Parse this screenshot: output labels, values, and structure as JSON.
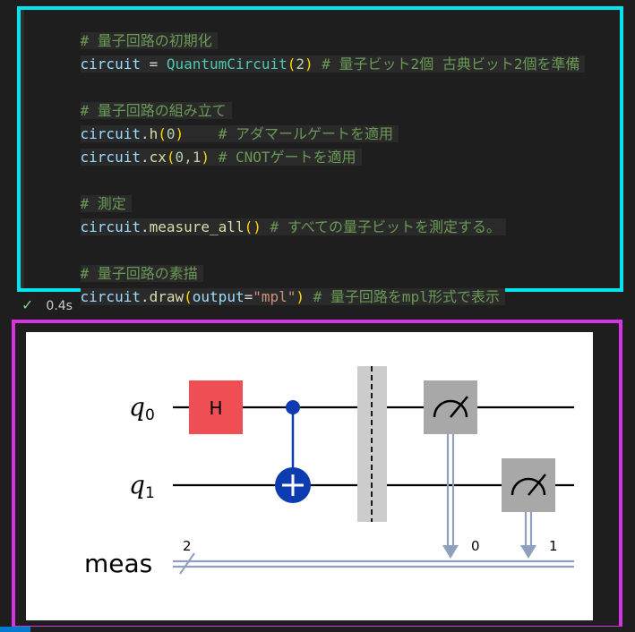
{
  "code_cell": {
    "lines": [
      {
        "comment": "# 量子回路の初期化"
      },
      {
        "var": "circuit",
        "op": " = ",
        "cls": "QuantumCircuit",
        "open": "(",
        "num": "2",
        "close": ")",
        "comment": " # 量子ビット2個 古典ビット2個を準備"
      },
      {},
      {
        "comment": "# 量子回路の組み立て"
      },
      {
        "var": "circuit",
        "dot": ".",
        "fn": "h",
        "open": "(",
        "num": "0",
        "close": ")",
        "comment": "    # アダマールゲートを適用"
      },
      {
        "var": "circuit",
        "dot": ".",
        "fn": "cx",
        "open": "(",
        "num": "0,1",
        "close": ")",
        "comment": " # CNOTゲートを適用"
      },
      {},
      {
        "comment": "# 測定"
      },
      {
        "var": "circuit",
        "dot": ".",
        "fn": "measure_all",
        "open": "()",
        "comment": " # すべての量子ビットを測定する。"
      },
      {},
      {
        "comment": "# 量子回路の素描"
      },
      {
        "var": "circuit",
        "dot": ".",
        "fn": "draw",
        "open": "(",
        "kw": "output",
        "eq": "=",
        "str": "\"mpl\"",
        "close": ")",
        "comment": " # 量子回路をmpl形式で表示"
      }
    ]
  },
  "status": {
    "check": "✓",
    "time": "0.4s"
  },
  "circuit_figure": {
    "qubit_labels": [
      "q",
      "q"
    ],
    "qubit_subscripts": [
      "0",
      "1"
    ],
    "classical_label": "meas",
    "classical_width": "2",
    "measure_bits": [
      "0",
      "1"
    ],
    "gate_h": "H",
    "colors": {
      "h_gate": "#f04e55",
      "cnot": "#0d3bb0",
      "barrier": "#cccccc",
      "measure": "#a8a8a8",
      "classical": "#8ea0bd"
    }
  }
}
